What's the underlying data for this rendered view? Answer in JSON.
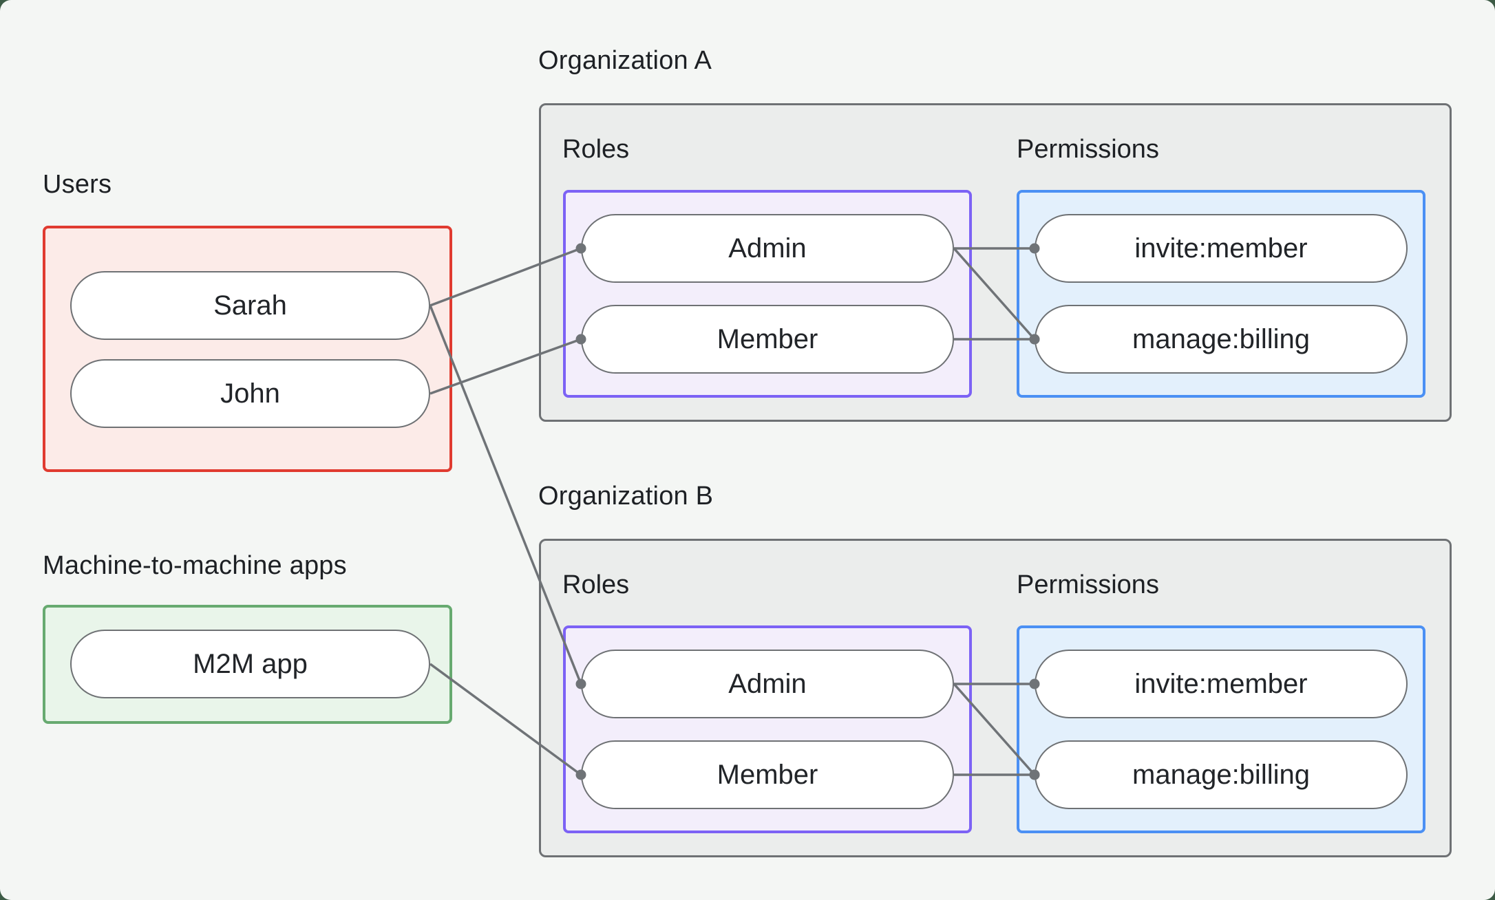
{
  "canvas": {
    "background": "#f4f6f4",
    "outer_background": "#3d5b46"
  },
  "users_section": {
    "label": "Users",
    "box_border_color": "#e03b30",
    "box_fill_color": "#fcebe8",
    "items": [
      {
        "label": "Sarah"
      },
      {
        "label": "John"
      }
    ]
  },
  "m2m_section": {
    "label": "Machine-to-machine apps",
    "box_border_color": "#67aa70",
    "box_fill_color": "#e9f5ea",
    "items": [
      {
        "label": "M2M app"
      }
    ]
  },
  "organizations": [
    {
      "title": "Organization A",
      "roles_label": "Roles",
      "permissions_label": "Permissions",
      "roles": [
        {
          "label": "Admin"
        },
        {
          "label": "Member"
        }
      ],
      "permissions": [
        {
          "label": "invite:member"
        },
        {
          "label": "manage:billing"
        }
      ]
    },
    {
      "title": "Organization B",
      "roles_label": "Roles",
      "permissions_label": "Permissions",
      "roles": [
        {
          "label": "Admin"
        },
        {
          "label": "Member"
        }
      ],
      "permissions": [
        {
          "label": "invite:member"
        },
        {
          "label": "manage:billing"
        }
      ]
    }
  ],
  "styles": {
    "org_box_fill": "#ebedec",
    "org_box_border": "#6e7174",
    "roles_box_border": "#7c62f5",
    "roles_box_fill": "#f3eefb",
    "permissions_box_border": "#4b90f4",
    "permissions_box_fill": "#e3f0fc",
    "pill_fill": "#ffffff",
    "pill_border": "#6e7174",
    "wire_color": "#6f7377",
    "text_color": "#1d2024"
  },
  "connections": [
    {
      "from": "sarah",
      "to": "org0-admin"
    },
    {
      "from": "john",
      "to": "org0-member"
    },
    {
      "from": "sarah",
      "to": "org1-admin"
    },
    {
      "from": "m2m",
      "to": "org1-member"
    },
    {
      "from": "org0-admin",
      "to": "org0-invite"
    },
    {
      "from": "org0-admin",
      "to": "org0-manage"
    },
    {
      "from": "org0-member",
      "to": "org0-manage"
    },
    {
      "from": "org1-admin",
      "to": "org1-invite"
    },
    {
      "from": "org1-admin",
      "to": "org1-manage"
    },
    {
      "from": "org1-member",
      "to": "org1-manage"
    }
  ]
}
